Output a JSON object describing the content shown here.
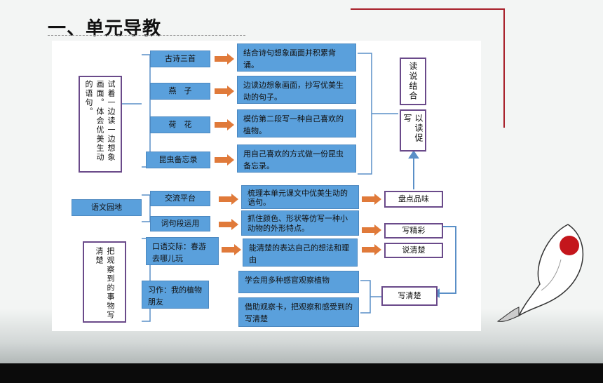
{
  "title": "一、单元导教",
  "lesson_boxes": [
    {
      "label": "古诗三首",
      "note": "结合诗句想象画面并积累背诵。"
    },
    {
      "label": "燕　子",
      "note": "边读边想象画面，抄写优美生动的句子。"
    },
    {
      "label": "荷　花",
      "note": "模仿第二段写一种自己喜欢的植物。"
    },
    {
      "label": "昆虫备忘录",
      "note": "用自己喜欢的方式做一份昆虫备忘录。"
    }
  ],
  "left_goal_top": "体会优美生动的语句。",
  "left_goal_top2": "试着一边读一边想象画面。",
  "yuwen": {
    "label": "语文园地",
    "items": [
      {
        "label": "交流平台",
        "note": "梳理本单元课文中优美生动的语句。"
      },
      {
        "label": "词句段运用",
        "note": "抓住颜色、形状等仿写一种小动物的外形特点。"
      }
    ]
  },
  "left_goal_bottom": "把观察到的事物写清楚",
  "kouyu": {
    "label": "口语交际：春游去哪儿玩",
    "note": "能清楚的表达自己的想法和理由"
  },
  "xizuo": {
    "label": "习作：我的植物朋友",
    "notes": [
      "学会用多种感官观察植物",
      "借助观察卡，把观察和感受到的写清楚"
    ]
  },
  "right_boxes": {
    "dushuo": "读说结合",
    "yidu": "以读促写",
    "pandian": "盘点品味",
    "xiejingcai": "写精彩",
    "shuoqingchu": "说清楚",
    "xieqingchu": "写清楚"
  },
  "colors": {
    "blue": "#5aa0dc",
    "purple": "#6a4a8a",
    "arrow": "#e07a3a",
    "connector": "#5a8fc7"
  }
}
